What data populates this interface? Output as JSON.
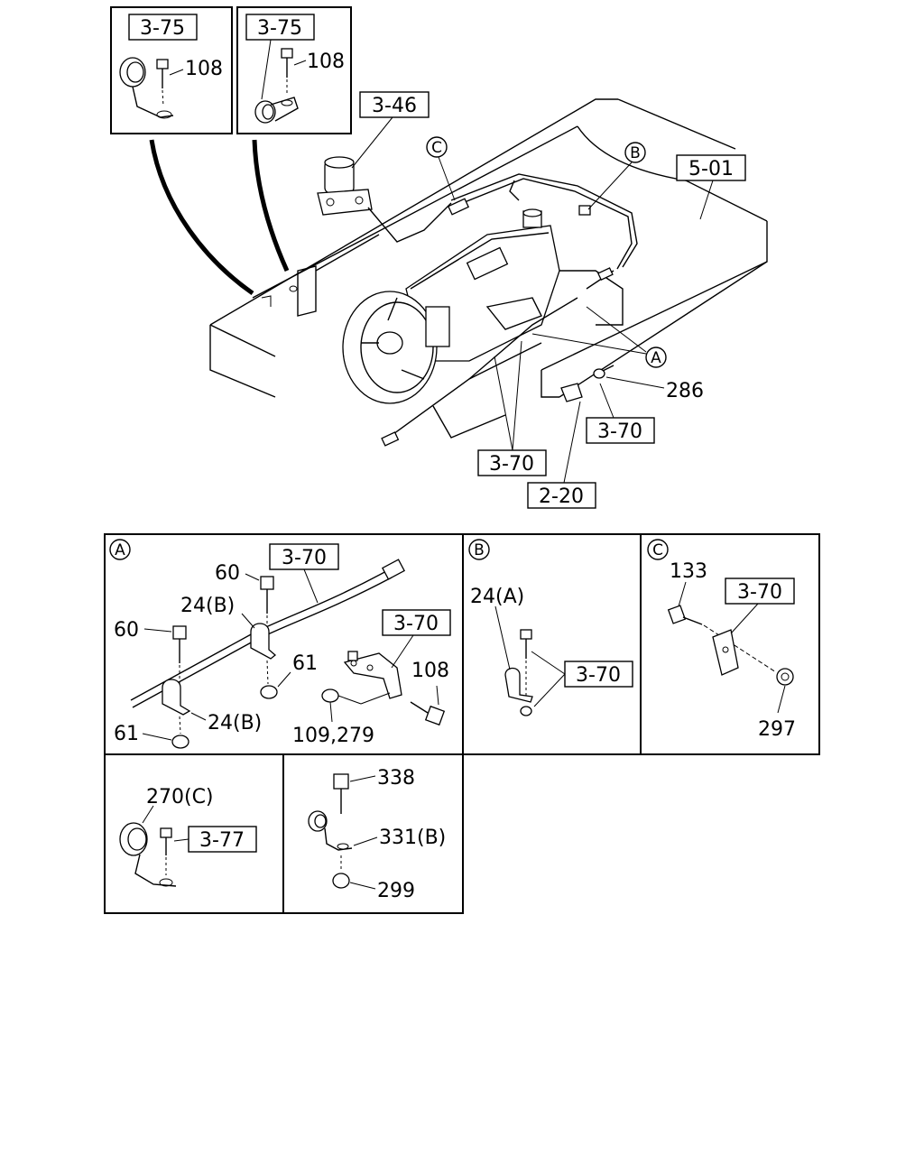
{
  "main": {
    "ref_3_46": "3-46",
    "ref_5_01": "5-01",
    "ref_3_70_a": "3-70",
    "ref_3_70_b": "3-70",
    "ref_2_20": "2-20",
    "part_286": "286",
    "circle_A": "A",
    "circle_B": "B",
    "circle_C": "C"
  },
  "inset_left": {
    "ref": "3-75",
    "part": "108"
  },
  "inset_right": {
    "ref": "3-75",
    "part": "108"
  },
  "detail_A": {
    "circle": "A",
    "ref_pipe": "3-70",
    "ref_bracket": "3-70",
    "part_60_top": "60",
    "part_24b_top": "24(B)",
    "part_60_left": "60",
    "part_61_right": "61",
    "part_108": "108",
    "part_24b_bottom": "24(B)",
    "part_61_bottom": "61",
    "part_109_279": "109,279"
  },
  "detail_B": {
    "circle": "B",
    "part_24a": "24(A)",
    "ref": "3-70"
  },
  "detail_C": {
    "circle": "C",
    "part_133": "133",
    "ref": "3-70",
    "part_297": "297"
  },
  "detail_270": {
    "part_270c": "270(C)",
    "ref": "3-77"
  },
  "detail_338": {
    "part_338": "338",
    "part_331b": "331(B)",
    "part_299": "299"
  }
}
